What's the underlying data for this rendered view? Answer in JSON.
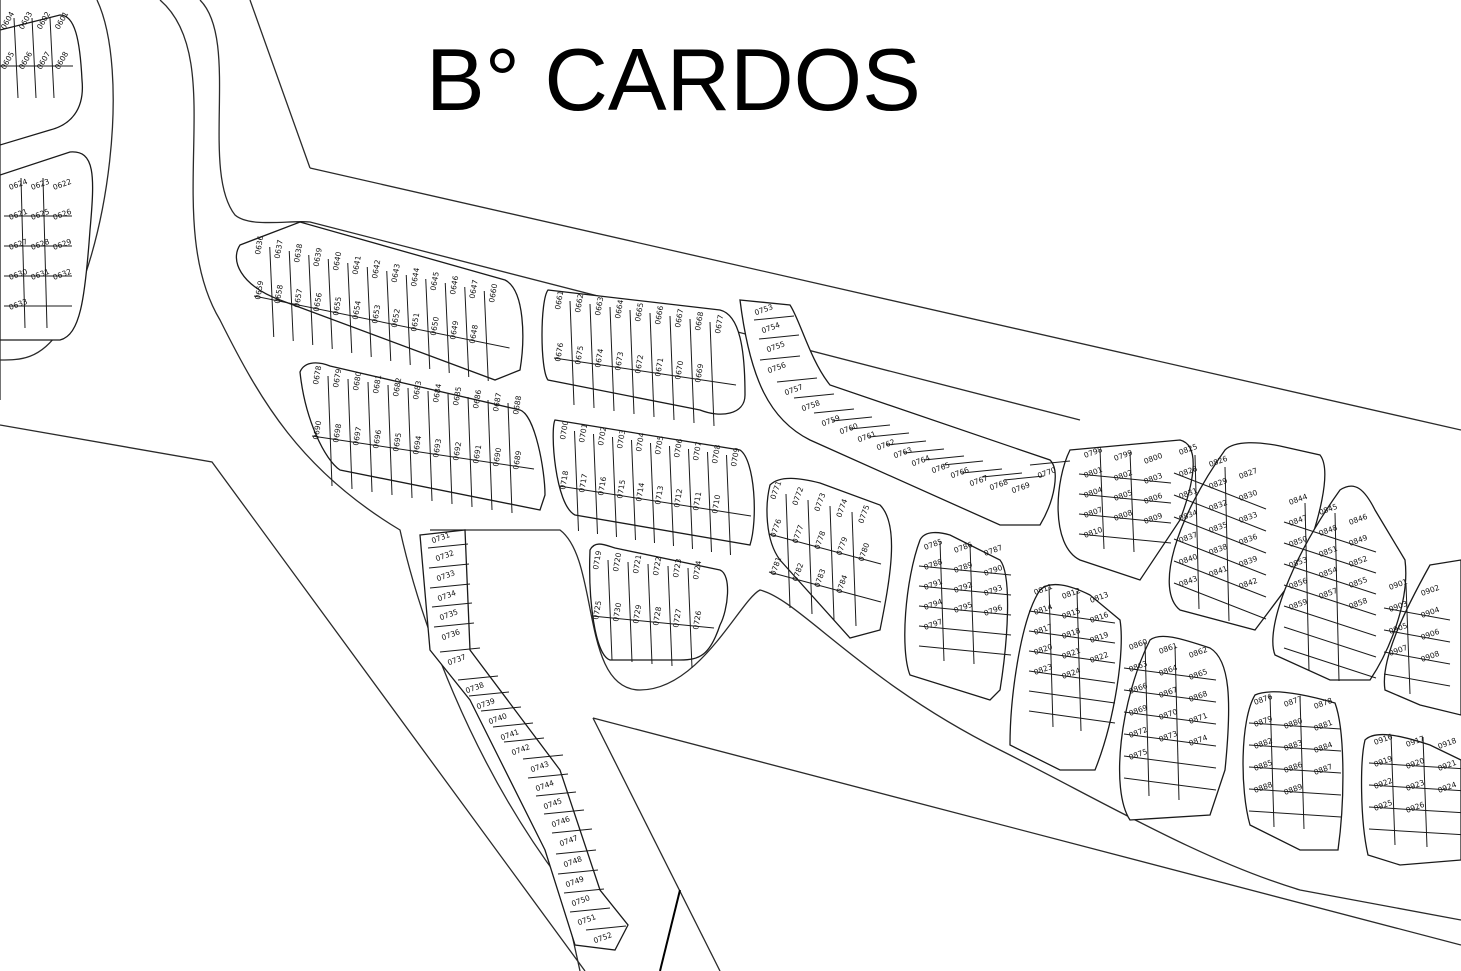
{
  "title": "B° CARDOS",
  "colors": {
    "background": "#ffffff",
    "ink": "#1a1a1a"
  },
  "lot_groups": [
    {
      "id": "top-left-upper",
      "labels": [
        "0604",
        "0603",
        "0602",
        "0601",
        "0605",
        "0606",
        "0607",
        "0608"
      ]
    },
    {
      "id": "top-left-lower",
      "labels": [
        "0624",
        "0623",
        "0622",
        "0621",
        "0625",
        "0626",
        "0627",
        "0628",
        "0629",
        "0630",
        "0631",
        "0632",
        "0633"
      ]
    },
    {
      "id": "block-a",
      "labels": [
        "0636",
        "0637",
        "0638",
        "0639",
        "0640",
        "0641",
        "0642",
        "0643",
        "0644",
        "0645",
        "0646",
        "0647",
        "0660",
        "0659",
        "0658",
        "0657",
        "0656",
        "0655",
        "0654",
        "0653",
        "0652",
        "0651",
        "0650",
        "0649",
        "0648"
      ]
    },
    {
      "id": "block-b",
      "labels": [
        "0661",
        "0662",
        "0663",
        "0664",
        "0665",
        "0666",
        "0667",
        "0668",
        "0677",
        "0676",
        "0675",
        "0674",
        "0673",
        "0672",
        "0671",
        "0670",
        "0669"
      ]
    },
    {
      "id": "block-c",
      "labels": [
        "0678",
        "0679",
        "0680",
        "0681",
        "0682",
        "0683",
        "0684",
        "0685",
        "0686",
        "0687",
        "0688",
        "0690",
        "0698",
        "0697",
        "0696",
        "0695",
        "0694",
        "0693",
        "0692",
        "0691",
        "0690",
        "0689"
      ]
    },
    {
      "id": "block-d",
      "labels": [
        "0700",
        "0701",
        "0702",
        "0703",
        "0704",
        "0705",
        "0706",
        "0707",
        "0708",
        "0709",
        "0718",
        "0717",
        "0716",
        "0715",
        "0714",
        "0713",
        "0712",
        "0711",
        "0710"
      ]
    },
    {
      "id": "block-e",
      "labels": [
        "0719",
        "0720",
        "0721",
        "0722",
        "0723",
        "0724",
        "0725",
        "0730",
        "0729",
        "0728",
        "0727",
        "0726"
      ]
    },
    {
      "id": "strip-south",
      "labels": [
        "0731",
        "0732",
        "0733",
        "0734",
        "0735",
        "0736",
        "0737",
        "0738",
        "0739",
        "0740",
        "0741",
        "0742",
        "0743",
        "0744",
        "0745",
        "0746",
        "0747",
        "0748",
        "0749",
        "0750",
        "0751",
        "0752"
      ]
    },
    {
      "id": "strip-east",
      "labels": [
        "0753",
        "0754",
        "0755",
        "0756",
        "0757",
        "0758",
        "0759",
        "0760",
        "0761",
        "0762",
        "0763",
        "0764",
        "0765",
        "0766",
        "0767",
        "0768",
        "0769",
        "0770"
      ]
    },
    {
      "id": "block-f",
      "labels": [
        "0771",
        "0772",
        "0773",
        "0774",
        "0775",
        "0776",
        "0777",
        "0778",
        "0779",
        "0780",
        "0781",
        "0782",
        "0783",
        "0784"
      ]
    },
    {
      "id": "block-g",
      "labels": [
        "0785",
        "0786",
        "0787",
        "0788",
        "0789",
        "0790",
        "0791",
        "0792",
        "0793",
        "0794",
        "0795",
        "0796",
        "0797"
      ]
    },
    {
      "id": "block-h",
      "labels": [
        "0798",
        "0799",
        "0800",
        "0801",
        "0802",
        "0803",
        "0804",
        "0805",
        "0806",
        "0807",
        "0808",
        "0809",
        "0810"
      ]
    },
    {
      "id": "block-i",
      "labels": [
        "0811",
        "0812",
        "0813",
        "0814",
        "0815",
        "0816",
        "0817",
        "0818",
        "0819",
        "0820",
        "0821",
        "0822",
        "0823",
        "0824"
      ]
    },
    {
      "id": "block-j",
      "labels": [
        "0825",
        "0826",
        "0827",
        "0828",
        "0829",
        "0830",
        "0831",
        "0832",
        "0833",
        "0834",
        "0835",
        "0836",
        "0837",
        "0838",
        "0839",
        "0840",
        "0841",
        "0842",
        "0843"
      ]
    },
    {
      "id": "block-k",
      "labels": [
        "0844",
        "0845",
        "0846",
        "0847",
        "0848",
        "0849",
        "0850",
        "0851",
        "0852",
        "0853",
        "0854",
        "0855",
        "0856",
        "0857",
        "0858",
        "0859"
      ]
    },
    {
      "id": "block-l",
      "labels": [
        "0860",
        "0861",
        "0862",
        "0863",
        "0864",
        "0865",
        "0866",
        "0867",
        "0868",
        "0869",
        "0870",
        "0871",
        "0872",
        "0873",
        "0874",
        "0875"
      ]
    },
    {
      "id": "block-m",
      "labels": [
        "0876",
        "0877",
        "0878",
        "0879",
        "0880",
        "0881",
        "0882",
        "0883",
        "0884",
        "0885",
        "0886",
        "0887",
        "0888",
        "0889"
      ]
    },
    {
      "id": "block-n",
      "labels": [
        "0916",
        "0917",
        "0918",
        "0919",
        "0920",
        "0921",
        "0922",
        "0923",
        "0924",
        "0925",
        "0926"
      ]
    },
    {
      "id": "block-o",
      "labels": [
        "0901",
        "0902",
        "0903",
        "0904",
        "0905",
        "0906",
        "0907",
        "0908"
      ]
    }
  ]
}
